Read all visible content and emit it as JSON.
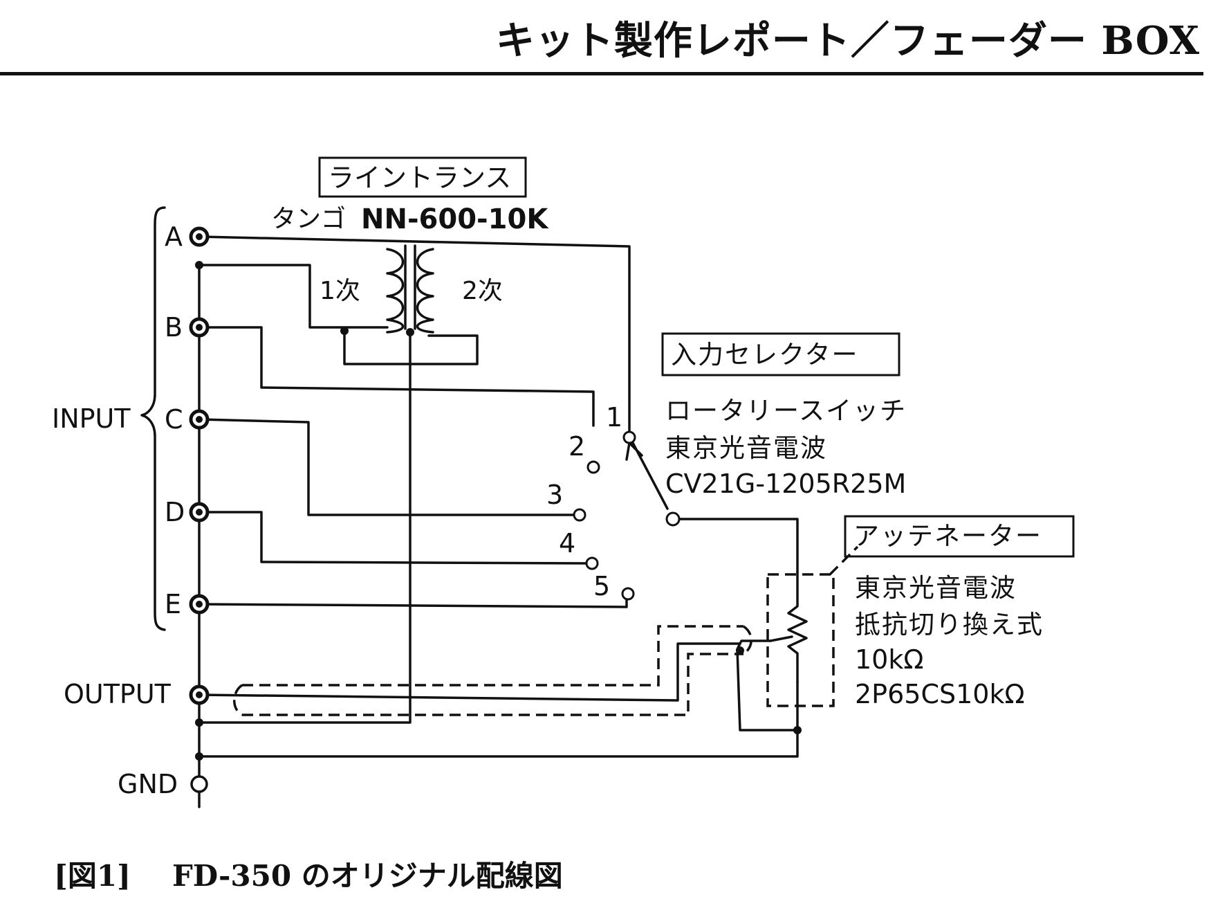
{
  "header": {
    "title": "キット製作レポート／フェーダー BOX"
  },
  "transformer": {
    "title": "ライントランス",
    "model_prefix": "タンゴ",
    "model": "NN-600-10K",
    "primary": "1次",
    "secondary": "2次"
  },
  "inputs": {
    "group_label": "INPUT",
    "terminals": [
      "A",
      "B",
      "C",
      "D",
      "E"
    ]
  },
  "output": {
    "label": "OUTPUT"
  },
  "gnd": {
    "label": "GND"
  },
  "selector": {
    "title": "入力セレクター",
    "lines": [
      "ロータリースイッチ",
      "東京光音電波",
      "CV21G-1205R25M"
    ],
    "positions": [
      "1",
      "2",
      "3",
      "4",
      "5"
    ]
  },
  "attenuator": {
    "title": "アッテネーター",
    "lines": [
      "東京光音電波",
      "抵抗切り換え式",
      "10kΩ",
      "2P65CS10kΩ"
    ]
  },
  "caption": {
    "number": "[図1]",
    "text": "FD-350 のオリジナル配線図"
  }
}
